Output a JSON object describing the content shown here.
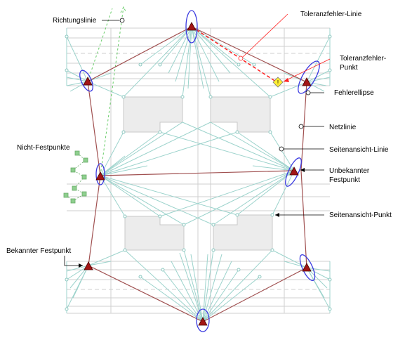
{
  "labels": {
    "richtungslinie": "Richtungslinie",
    "toleranzfehler_linie": "Toleranzfehler-Linie",
    "toleranzfehler_punkt_1": "Toleranzfehler-",
    "toleranzfehler_punkt_2": "Punkt",
    "fehlerellipse": "Fehlerellipse",
    "netzlinie": "Netzlinie",
    "nicht_festpunkte": "Nicht-Festpunkte",
    "seitenansicht_linie": "Seitenansicht-Linie",
    "unbekannter_festpunkt_1": "Unbekannter",
    "unbekannter_festpunkt_2": "Festpunkt",
    "seitenansicht_punkt": "Seitenansicht-Punkt",
    "bekannter_festpunkt": "Bekannter Festpunkt"
  },
  "colors": {
    "network_line": "#9cd3cc",
    "side_view_line": "#cfcfcf",
    "building_fill": "#ececec",
    "traverse_line": "#a05050",
    "known_point_fill": "#a31515",
    "error_ellipse": "#3a3ae0",
    "tolerance_red": "#ff2020",
    "warning_fill": "#ffee33",
    "non_fixed_point": "#8fcf8f",
    "direction_line": "#66cc66"
  },
  "icons": {
    "known_fixed_point": "red-triangle-icon",
    "tolerance_point": "yellow-warning-diamond-icon",
    "non_fixed_point": "green-square-icon",
    "callout_marker": "open-circle-icon"
  }
}
